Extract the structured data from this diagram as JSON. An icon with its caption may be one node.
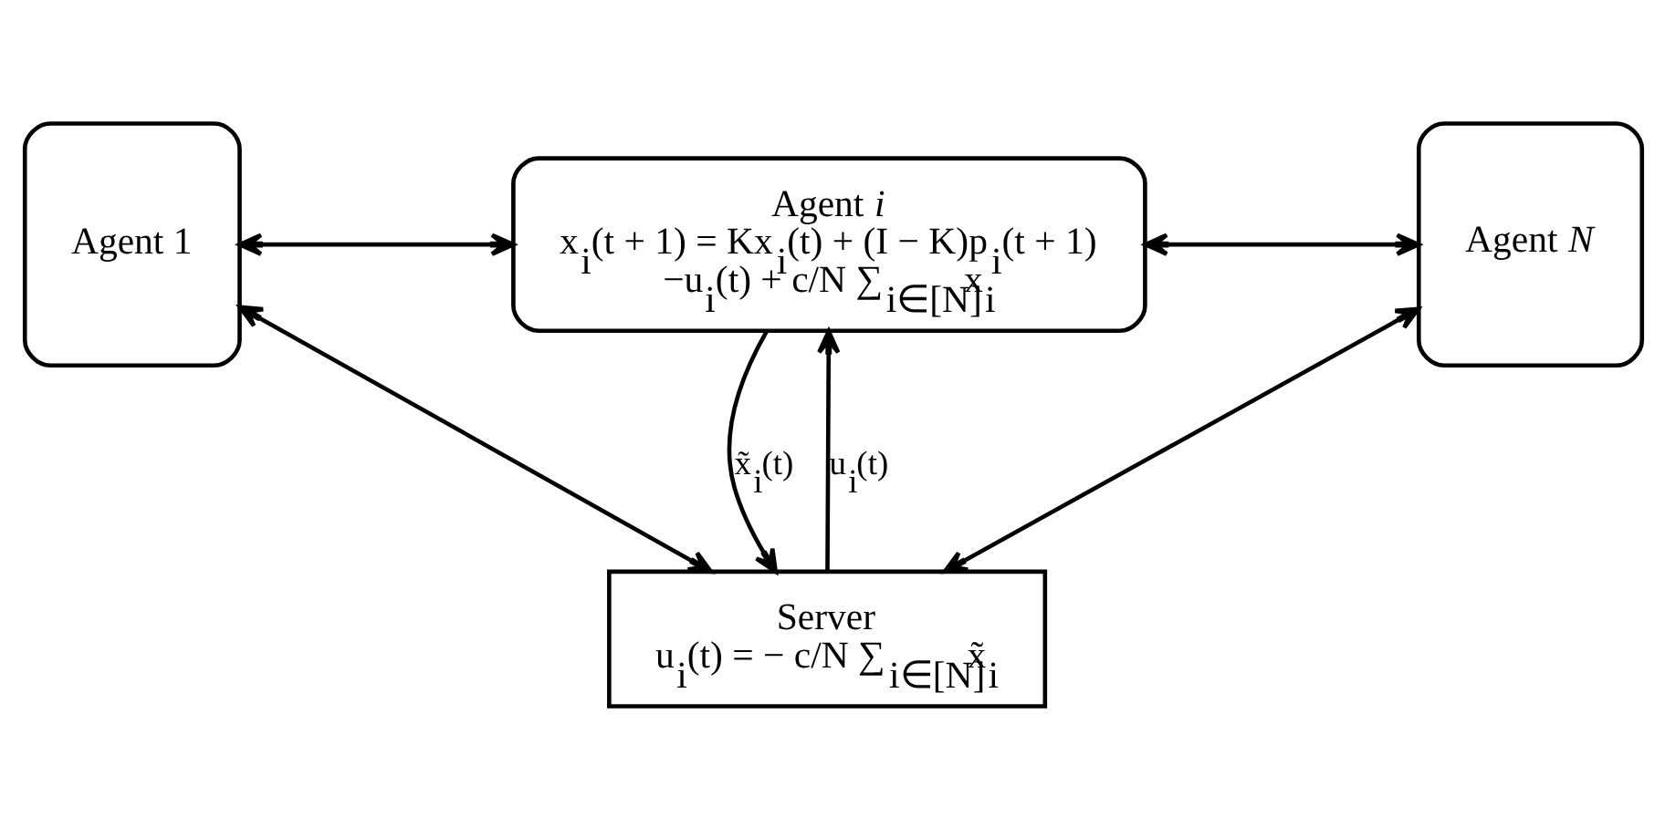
{
  "diagram": {
    "nodes": [
      {
        "text": [
          "Agent 1"
        ]
      },
      {
        "text": [
          "Agent *i*",
          "x$_{i}$(t + 1) = Kx$_{i}$(t) + (I − K)p$_{i}$(t + 1) −u$_{i}$(t) + c/N ∑$_{i∈[N]}$x$_{i}$"
        ]
      },
      {
        "text": [
          "Agent *N*"
        ]
      },
      {
        "text": [
          "Server",
          "u$_{i}$(t) = − c/N ∑$_{i∈[N]}$x̃$_{i}$"
        ]
      }
    ],
    "edges": [
      {
        "from": 0,
        "to": 1,
        "arrow": "both"
      },
      {
        "from": 1,
        "to": 2,
        "arrow": "both"
      },
      {
        "from": 3,
        "to": 1,
        "arrow": "to",
        "label": "u$_{i}$(t)"
      },
      {
        "from": 1,
        "to": 3,
        "arrow": "to",
        "label": "x̃$_{i}$(t)"
      },
      {
        "from": 0,
        "to": 3,
        "arrow": "both"
      },
      {
        "from": 2,
        "to": 3,
        "arrow": "both"
      }
    ]
  }
}
